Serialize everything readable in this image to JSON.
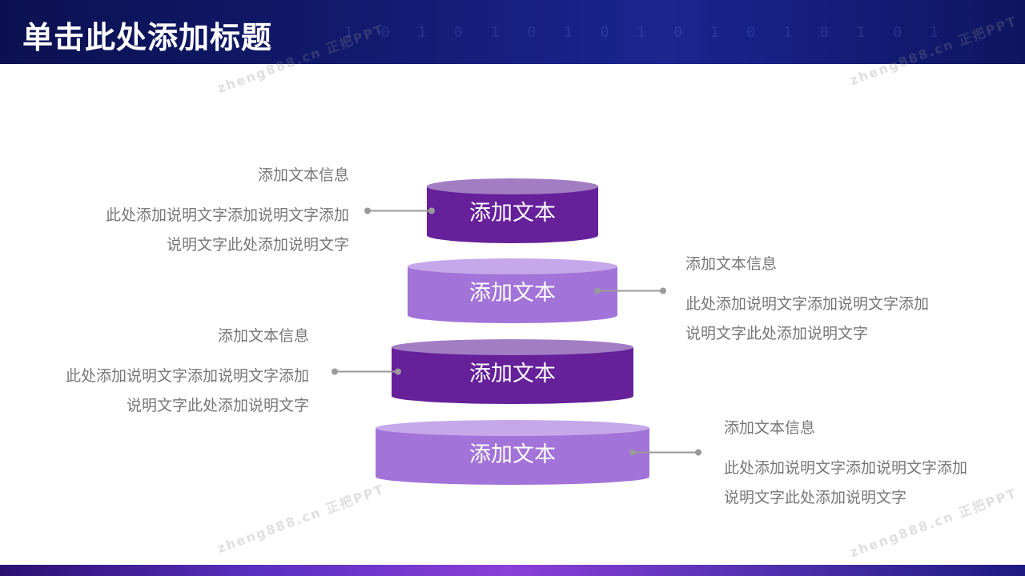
{
  "title": "单击此处添加标题",
  "header_decoration": "1 0 1 0 1 0 1 0 1 0 1 0 1 0 1 0 1",
  "watermark_text": "zheng888.cn 正把PPT",
  "colors": {
    "dark_purple": "#65209a",
    "light_purple": "#a273d8",
    "connector": "#9a9a9a",
    "text_gray": "#777777"
  },
  "tiers": [
    {
      "label": "添加文本",
      "info": {
        "heading": "添加文本信息",
        "lines": [
          "此处添加说明文字添加说明文字添加",
          "说明文字此处添加说明文字"
        ]
      }
    },
    {
      "label": "添加文本",
      "info": {
        "heading": "添加文本信息",
        "lines": [
          "此处添加说明文字添加说明文字添加",
          "说明文字此处添加说明文字"
        ]
      }
    },
    {
      "label": "添加文本",
      "info": {
        "heading": "添加文本信息",
        "lines": [
          "此处添加说明文字添加说明文字添加",
          "说明文字此处添加说明文字"
        ]
      }
    },
    {
      "label": "添加文本",
      "info": {
        "heading": "添加文本信息",
        "lines": [
          "此处添加说明文字添加说明文字添加",
          "说明文字此处添加说明文字"
        ]
      }
    }
  ]
}
